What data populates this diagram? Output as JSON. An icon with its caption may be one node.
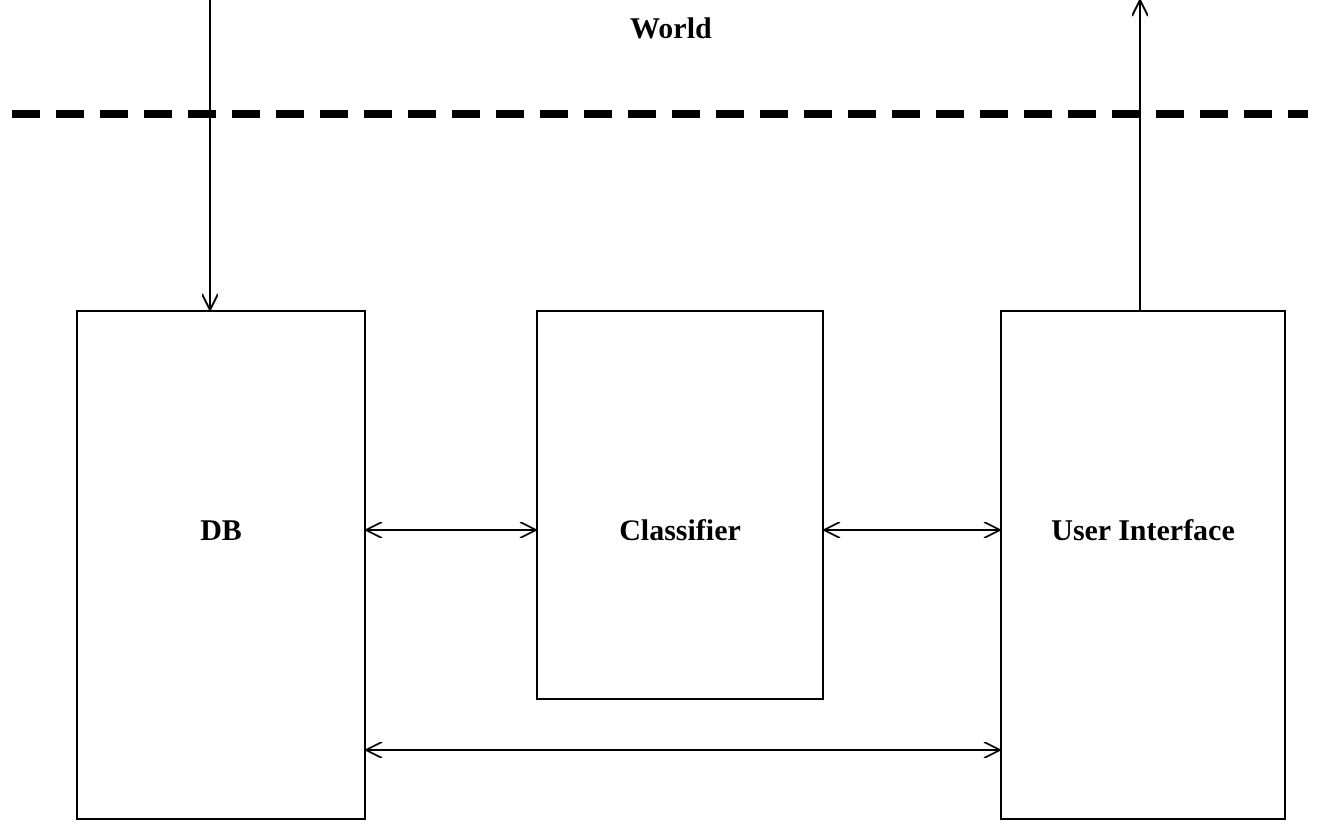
{
  "diagram": {
    "nodes": [
      {
        "text": [
          "DB"
        ]
      },
      {
        "text": [
          "Classifier"
        ]
      },
      {
        "text": [
          "User Interface"
        ]
      }
    ],
    "edges": [
      {
        "from": null,
        "to": 0,
        "arrow": "to"
      },
      {
        "from": 2,
        "to": null,
        "arrow": "to"
      },
      {
        "from": 0,
        "to": 1,
        "arrow": "both"
      },
      {
        "from": 1,
        "to": 2,
        "arrow": "both"
      },
      {
        "from": 0,
        "to": 2,
        "arrow": "both"
      }
    ],
    "labels": [
      "World"
    ]
  }
}
